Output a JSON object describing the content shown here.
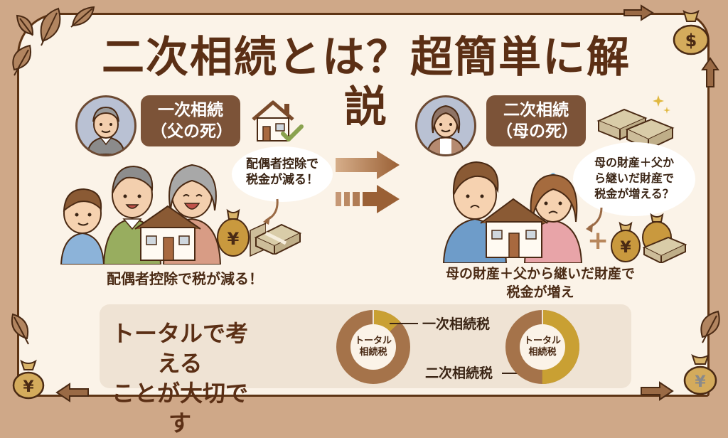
{
  "title": "二次相続とは？超簡単に解説",
  "first": {
    "label_line1": "一次相続",
    "label_line2": "（父の死）",
    "bubble_line1": "配偶者控除で",
    "bubble_line2": "税金が減る！",
    "caption": "配偶者控除で税が減る！",
    "avatar": "grandfather-avatar"
  },
  "second": {
    "label_line1": "二次相続",
    "label_line2": "（母の死）",
    "bubble_line1": "母の財産＋父か",
    "bubble_line2": "ら継いだ財産で",
    "bubble_line3": "税金が増える？",
    "caption_line1": "母の財産＋父から継いだ財産で",
    "caption_line2": "税金が増え",
    "plus": "+",
    "avatar": "grandmother-avatar"
  },
  "bottom": {
    "title_line1": "トータルで考える",
    "title_line2": "ことが大切です",
    "donut_center_line1": "トータル",
    "donut_center_line2": "相続税",
    "legend_first": "一次相続税",
    "legend_second": "二次相続税"
  },
  "colors": {
    "frame": "#cfa888",
    "border": "#5e3414",
    "panel": "#fbf3e8",
    "title": "#5b2f15",
    "label_box": "#7c5338",
    "donut_brown": "#a5734a",
    "donut_gold": "#c9a033"
  },
  "chart_data": [
    {
      "type": "pie",
      "title": "トータル相続税 (一次相続で配偶者控除を最大活用)",
      "categories": [
        "一次相続税",
        "二次相続税"
      ],
      "values": [
        13,
        87
      ]
    },
    {
      "type": "pie",
      "title": "トータル相続税 (バランスよく分配)",
      "categories": [
        "一次相続税",
        "二次相続税"
      ],
      "values": [
        50,
        50
      ]
    }
  ]
}
